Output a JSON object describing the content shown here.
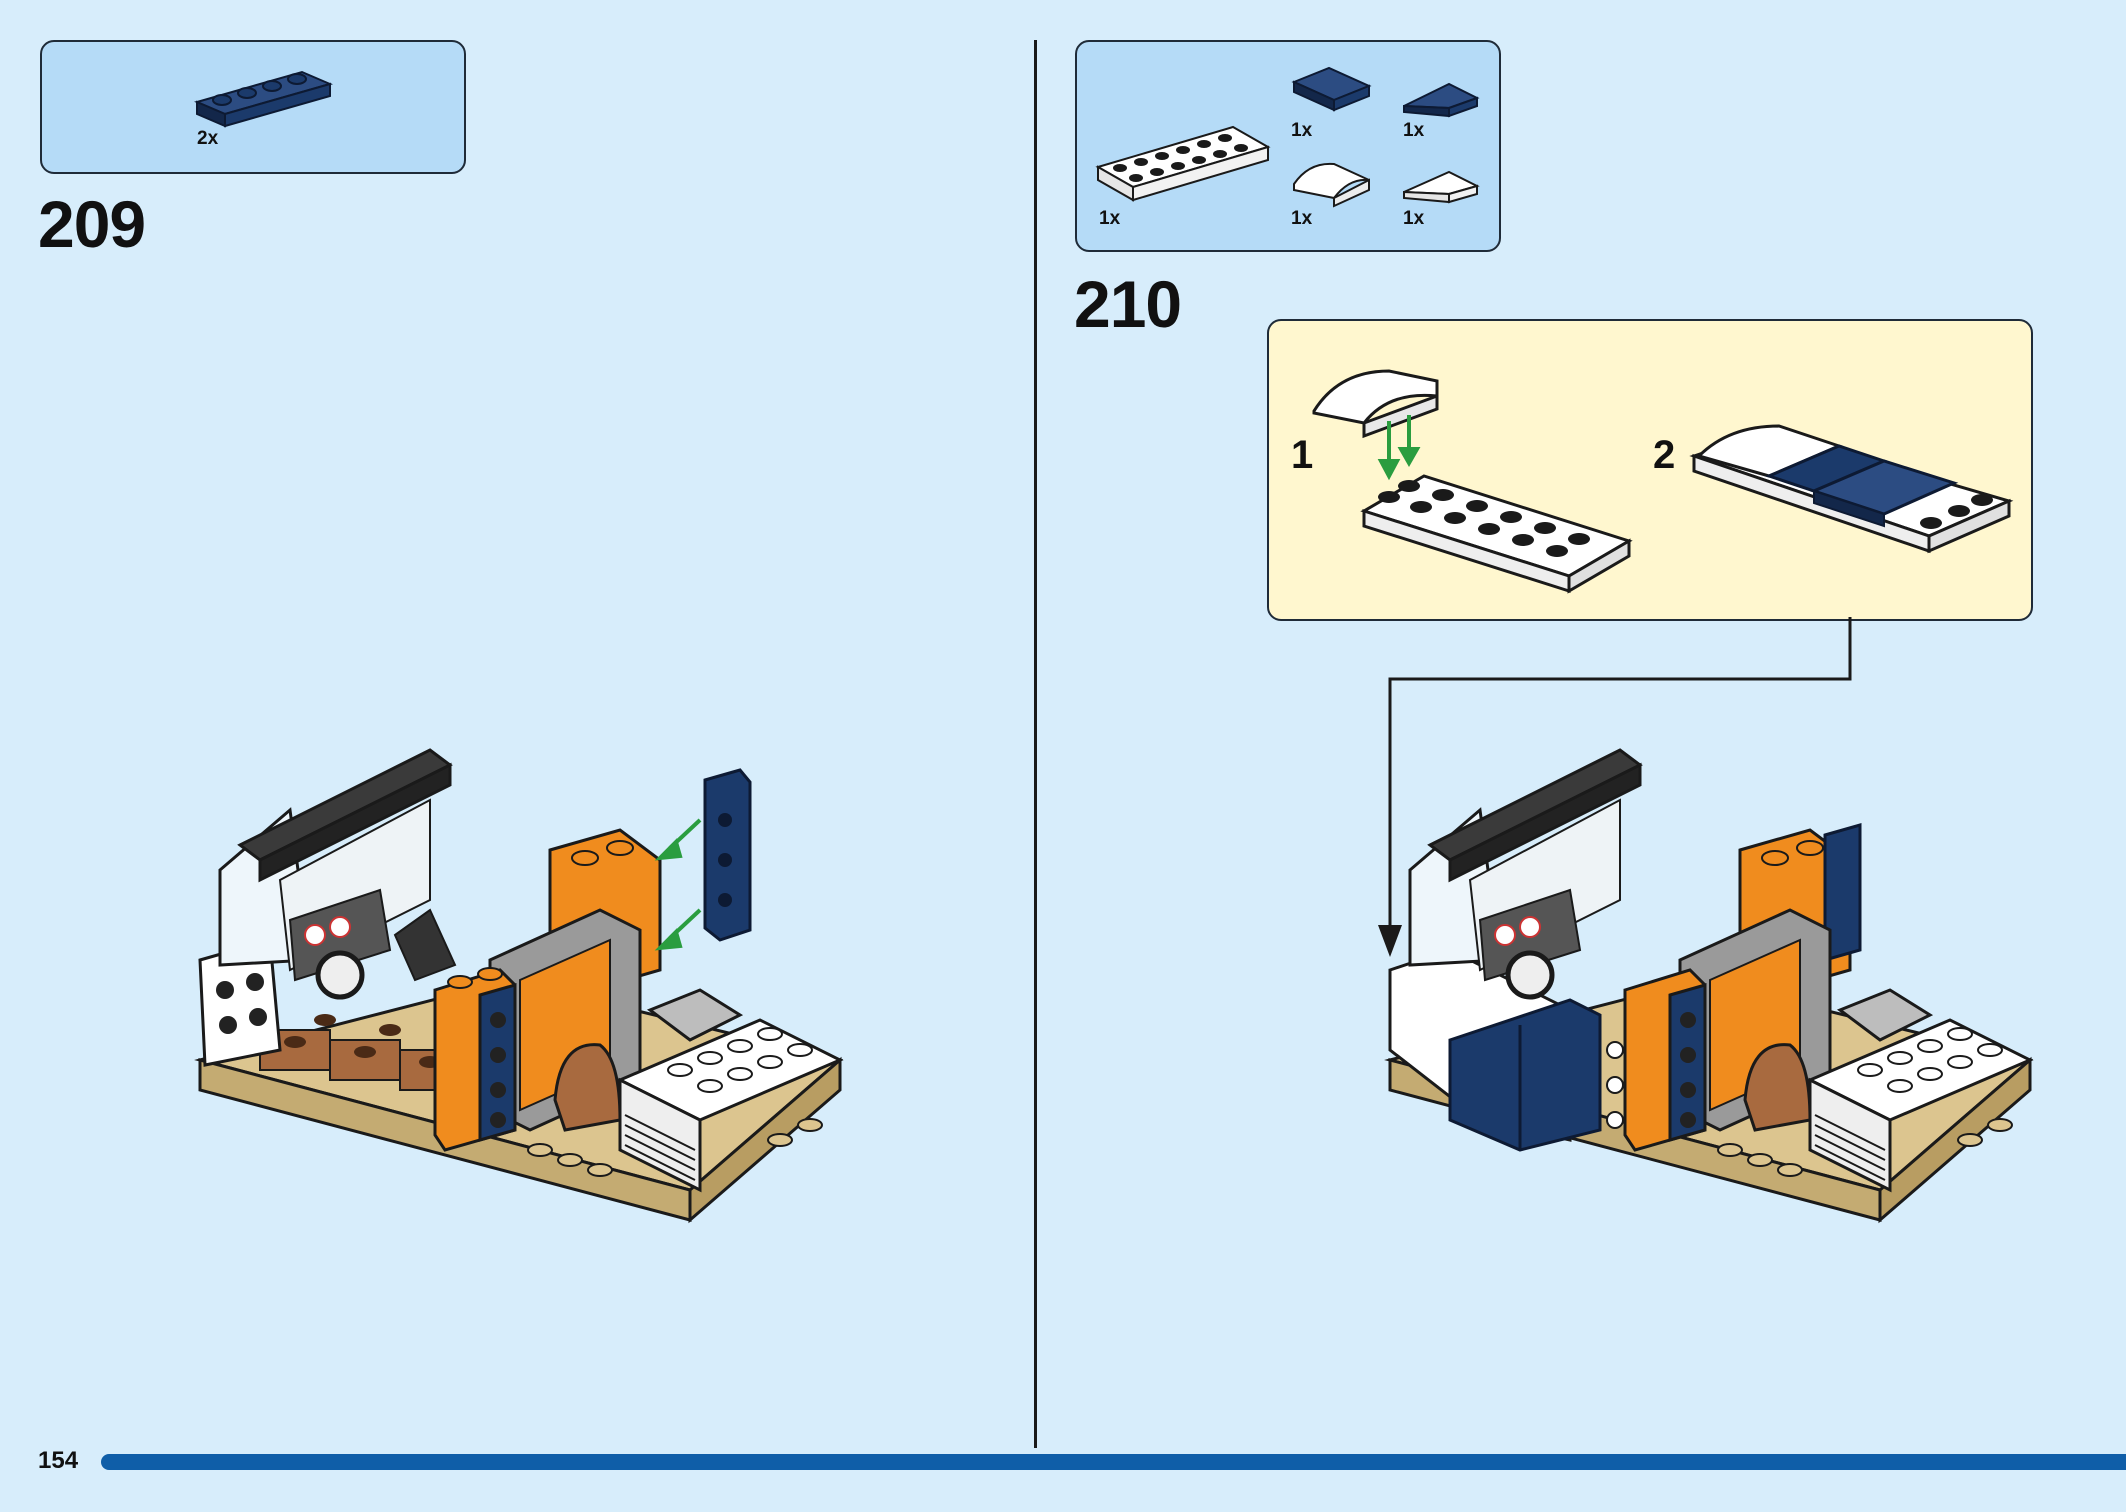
{
  "page": {
    "number": "154"
  },
  "steps": [
    {
      "number": "209",
      "parts": [
        {
          "name": "dark-blue-plate-1x4",
          "qty": "2x",
          "color": "#1b3a6b"
        }
      ]
    },
    {
      "number": "210",
      "parts": [
        {
          "name": "white-plate-2x6",
          "qty": "1x",
          "color": "#ffffff"
        },
        {
          "name": "dark-blue-tile-2x2",
          "qty": "1x",
          "color": "#1b3a6b"
        },
        {
          "name": "dark-blue-wedge-tile",
          "qty": "1x",
          "color": "#1b3a6b"
        },
        {
          "name": "white-curved-slope-2x2",
          "qty": "1x",
          "color": "#ffffff"
        },
        {
          "name": "white-wedge-tile",
          "qty": "1x",
          "color": "#ffffff"
        }
      ],
      "substeps": [
        {
          "number": "1"
        },
        {
          "number": "2"
        }
      ]
    }
  ],
  "colors": {
    "background": "#d7edfb",
    "parts_box": "#b5dbf7",
    "callout": "#fff7cf",
    "progress": "#0f5ea8",
    "arrow_green": "#2a9d3f",
    "orange": "#f08c1e",
    "dark_blue": "#1b3a6b",
    "tan": "#dcc58f",
    "brown": "#a86a3f"
  }
}
